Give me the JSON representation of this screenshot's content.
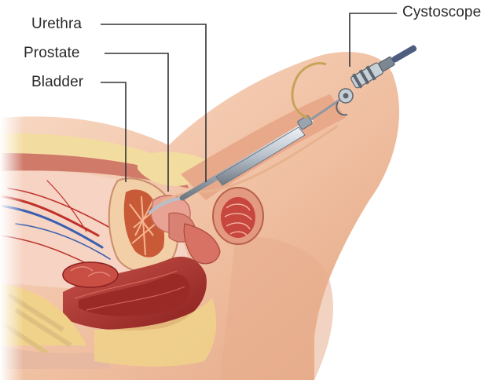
{
  "labels": {
    "urethra": "Urethra",
    "prostate": "Prostate",
    "bladder": "Bladder",
    "cystoscope": "Cystoscope"
  },
  "colors": {
    "skin": "#efbea0",
    "skin_light": "#f7d9c6",
    "muscle": "#b8423a",
    "muscle_dark": "#8a1f1e",
    "fat": "#f0d28a",
    "prostate": "#e49a8c",
    "bladder": "#f2cfa6",
    "instrument": "#b9c2cc",
    "instrument_dark": "#5d6670",
    "leader_line": "#333333"
  }
}
